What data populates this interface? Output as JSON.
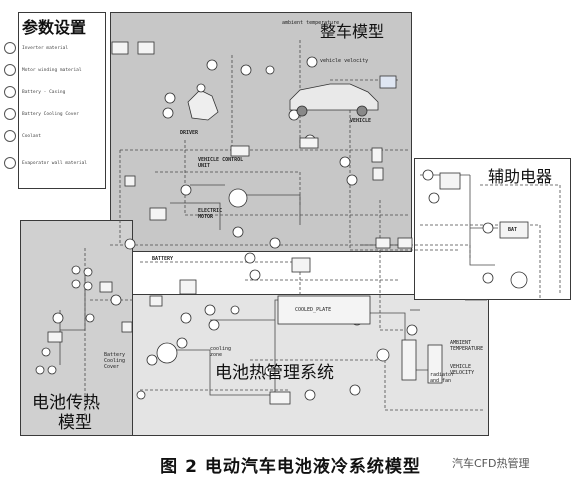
{
  "panels": {
    "params": "参数设置",
    "vehicle": "整车模型",
    "aux": "辅助电器",
    "thermal": "电池热管理系统",
    "battery_line1": "电池传热",
    "battery_line2": "模型"
  },
  "params": [
    "Inverter material",
    "Motor winding material",
    "Battery - Casing",
    "Battery Cooling Cover",
    "Coolant",
    "Evaporator wall material"
  ],
  "labels": {
    "ambient": "ambient temperature",
    "vehicle_velocity": "vehicle velocity",
    "vehicle": "VEHICLE",
    "driver": "DRIVER",
    "vcu": "VEHICLE CONTROL UNIT",
    "motor": "ELECTRIC MOTOR",
    "battery": "BATTERY",
    "cooled_plate": "COOLED_PLATE",
    "cooling_zone": "cooling zone",
    "battery_cover": "Battery Cooling Cover",
    "radiator": "radiator and fan",
    "ambient_temp": "AMBIENT TEMPERATURE",
    "vehicle_velocity_caps": "VEHICLE VELOCITY",
    "bat": "BAT"
  },
  "caption": "图 2   电动汽车电池液冷系统模型",
  "watermark": "汽车CFD热管理"
}
